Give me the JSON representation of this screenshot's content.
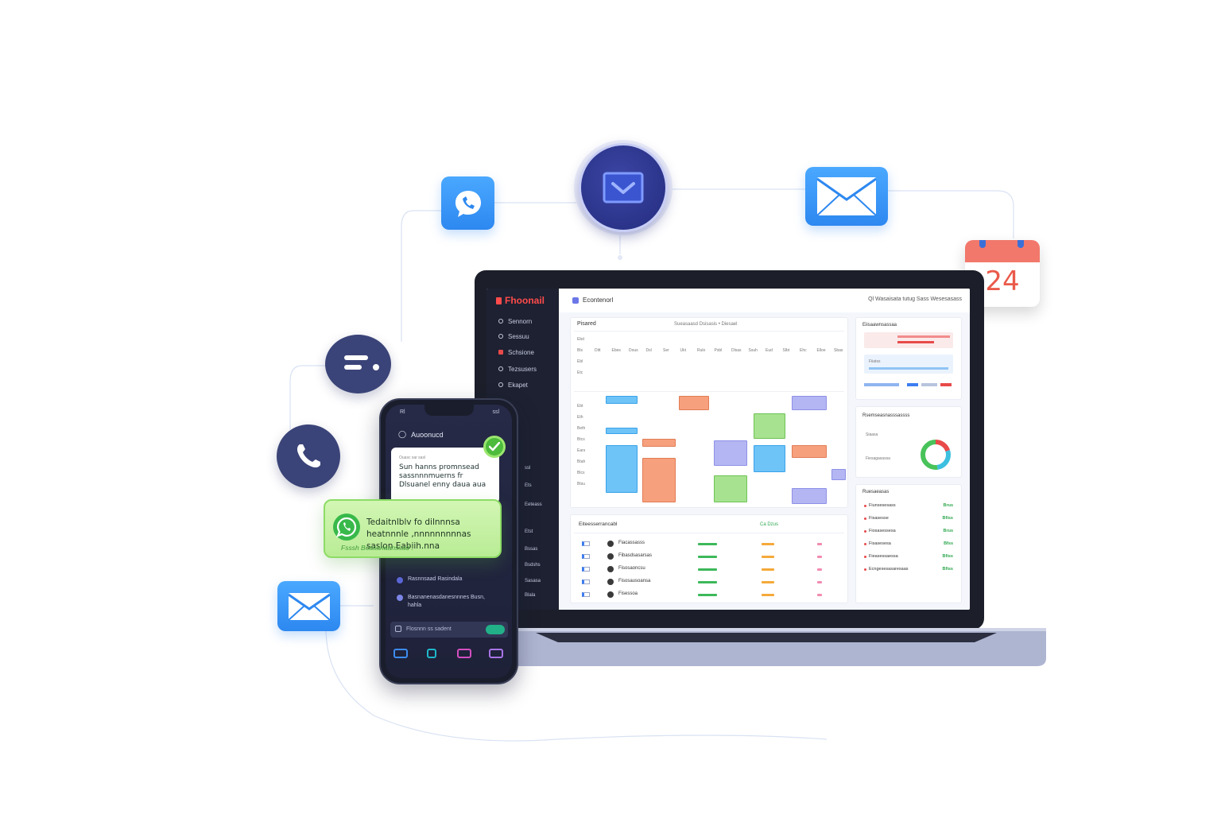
{
  "colors": {
    "blue": "#2d88f0",
    "navy": "#3b4478",
    "brand_red": "#ff4b4b",
    "green": "#38b94a",
    "orange": "#f7a07e",
    "purple": "#b4b6f3"
  },
  "floating_icons": {
    "chat": "chat-bubble-icon",
    "hub": "mail-hub-icon",
    "mail_top": "envelope-icon",
    "message": "message-lines-icon",
    "phone": "phone-icon",
    "mail_left": "envelope-icon",
    "calendar": "calendar-icon"
  },
  "calendar": {
    "day": "24"
  },
  "laptop": {
    "brand": "Fhoonail",
    "sidebar": [
      "Sennorn",
      "Sessuu",
      "Schsione",
      "Tezsusers",
      "Ekapet"
    ],
    "topbar": {
      "title": "Econtenorl",
      "right": "Ql Wasaisata   tutug   Sass Wesesasass"
    },
    "calendar_card": {
      "title": "Pisared",
      "toolbar": "Sueasaasd    Dsisasis    • Diesael",
      "days": [
        "Ditt",
        "Ebes",
        "Dous",
        "Dsl",
        "Ser",
        "Ukt",
        "Rulo",
        "Psbl",
        "Dlsas",
        "Ssuh",
        "Eud",
        "Slbt",
        "Ehc",
        "Elloe",
        "Sbas"
      ],
      "times": [
        "Ebd",
        "Bls",
        "Ebl",
        "Etc",
        "Ebt",
        "Eth",
        "Beth",
        "Btcs",
        "Ears",
        "Btah",
        "Blcs",
        "Btsu"
      ]
    },
    "table_card": {
      "title": "Eiteesserrancabl",
      "legend": "Ca  Dzus",
      "rows": [
        "Fiacassasss",
        "Fibasdsasarsas",
        "Fisosaoncsu",
        "Fisosausoansa",
        "Fisessoa"
      ]
    },
    "side_card_1": {
      "title": "Eiisaawnsassaa",
      "sub": "Fiiatss"
    },
    "side_card_2": {
      "title": "Rsemseasnasssassss",
      "labels": [
        "Siaasa",
        "Fiesagasassa"
      ]
    },
    "side_card_3": {
      "title": "Ruesaeasas",
      "rows": [
        {
          "label": "Fiunsesesass",
          "value": "Brus"
        },
        {
          "label": "Fisasesse",
          "value": "Bfiss"
        },
        {
          "label": "Fiosasessesa",
          "value": "Brus"
        },
        {
          "label": "Fisasesesa",
          "value": "Bfss"
        },
        {
          "label": "Fieasessaessa",
          "value": "Bfiss"
        },
        {
          "label": "Ecngesesasaresaas",
          "value": "Bfiss"
        }
      ]
    }
  },
  "phone": {
    "status_left": "Rl",
    "status_right": "ssl",
    "title": "Auoonucd",
    "card_small": "Ouasc sar sasl",
    "card_text": "Sun hanns promnsead sassnnnmuerns fr Dlsuanel enny daua aua",
    "items": [
      "Rasnnsaad Rasindala",
      "Basnanenasdanesnnnes Busn, hahla"
    ],
    "input": "Flosnnn ss sadent",
    "right_col": [
      "ssl",
      "Ets",
      "Eeteass",
      "Etst",
      "Bssas",
      "Bsdshs",
      "Sasasa",
      "Blala"
    ]
  },
  "toast": {
    "text": "Tedaitnlblv fo dilnnnsa heatnnnle ,nnnnnnnnnas saslon Eabiih.nna",
    "sub": "Fsssh Boasanaanssad :"
  }
}
